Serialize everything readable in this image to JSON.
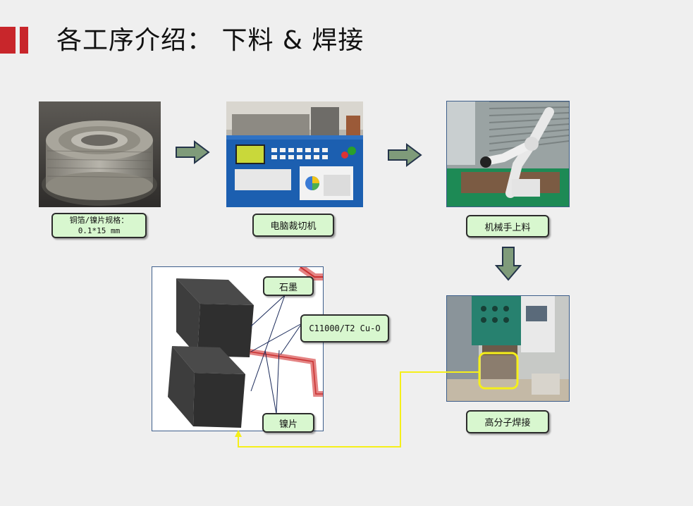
{
  "slide": {
    "title": "各工序介绍： 下料 & 焊接"
  },
  "steps": {
    "foil_label_line1": "铜箔/镍片规格：",
    "foil_label_line2": "0.1*15 mm",
    "cutter_label": "电脑裁切机",
    "robot_label": "机械手上料",
    "welding_label": "高分子焊接"
  },
  "diagram": {
    "graphite_label": "石墨",
    "copper_label": "C11000/T2 Cu-O",
    "nickel_label": "镍片"
  },
  "colors": {
    "accent_red": "#c8262b",
    "label_fill": "#d8f7cf",
    "arrow_fill": "#7f9b7a",
    "highlight_yellow": "#f5ef1a"
  }
}
